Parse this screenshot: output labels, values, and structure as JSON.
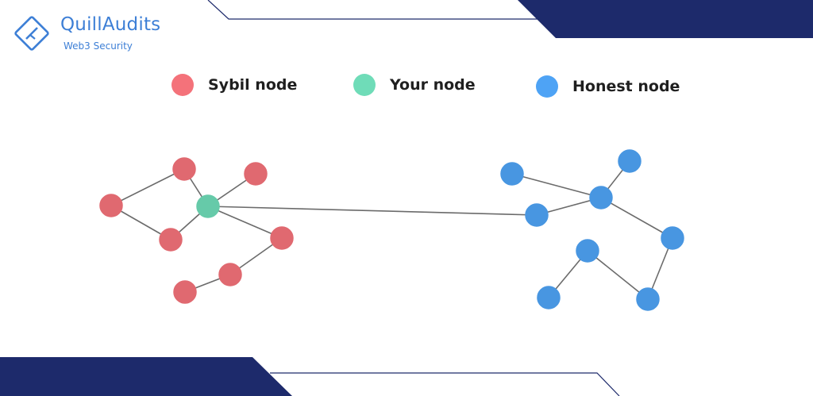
{
  "brand": {
    "name": "QuillAudits",
    "tagline": "Web3 Security"
  },
  "colors": {
    "brand_blue": "#3d7fd6",
    "navy": "#1d2a6b",
    "edge": "#6b6b6b"
  },
  "legend": [
    {
      "key": "sybil",
      "label": "Sybil node",
      "color": "#f4727a"
    },
    {
      "key": "your",
      "label": "Your node",
      "color": "#6fdcb8"
    },
    {
      "key": "honest",
      "label": "Honest node",
      "color": "#4ea3f5"
    }
  ],
  "graph": {
    "nodes": [
      {
        "id": "s1",
        "type": "sybil"
      },
      {
        "id": "s2",
        "type": "sybil"
      },
      {
        "id": "s3",
        "type": "sybil"
      },
      {
        "id": "s4",
        "type": "sybil"
      },
      {
        "id": "s5",
        "type": "sybil"
      },
      {
        "id": "s6",
        "type": "sybil"
      },
      {
        "id": "s7",
        "type": "sybil"
      },
      {
        "id": "y1",
        "type": "your"
      },
      {
        "id": "h1",
        "type": "honest"
      },
      {
        "id": "h2",
        "type": "honest"
      },
      {
        "id": "h3",
        "type": "honest"
      },
      {
        "id": "h4",
        "type": "honest"
      },
      {
        "id": "h5",
        "type": "honest"
      },
      {
        "id": "h6",
        "type": "honest"
      },
      {
        "id": "h7",
        "type": "honest"
      },
      {
        "id": "h8",
        "type": "honest"
      }
    ],
    "edges": [
      [
        "s1",
        "s2"
      ],
      [
        "s1",
        "s3"
      ],
      [
        "s2",
        "y1"
      ],
      [
        "s3",
        "y1"
      ],
      [
        "s4",
        "y1"
      ],
      [
        "s5",
        "y1"
      ],
      [
        "s5",
        "s6"
      ],
      [
        "s6",
        "s7"
      ],
      [
        "y1",
        "h3"
      ],
      [
        "h1",
        "h4"
      ],
      [
        "h3",
        "h4"
      ],
      [
        "h2",
        "h4"
      ],
      [
        "h4",
        "h5"
      ],
      [
        "h5",
        "h8"
      ],
      [
        "h6",
        "h8"
      ],
      [
        "h6",
        "h7"
      ]
    ]
  }
}
